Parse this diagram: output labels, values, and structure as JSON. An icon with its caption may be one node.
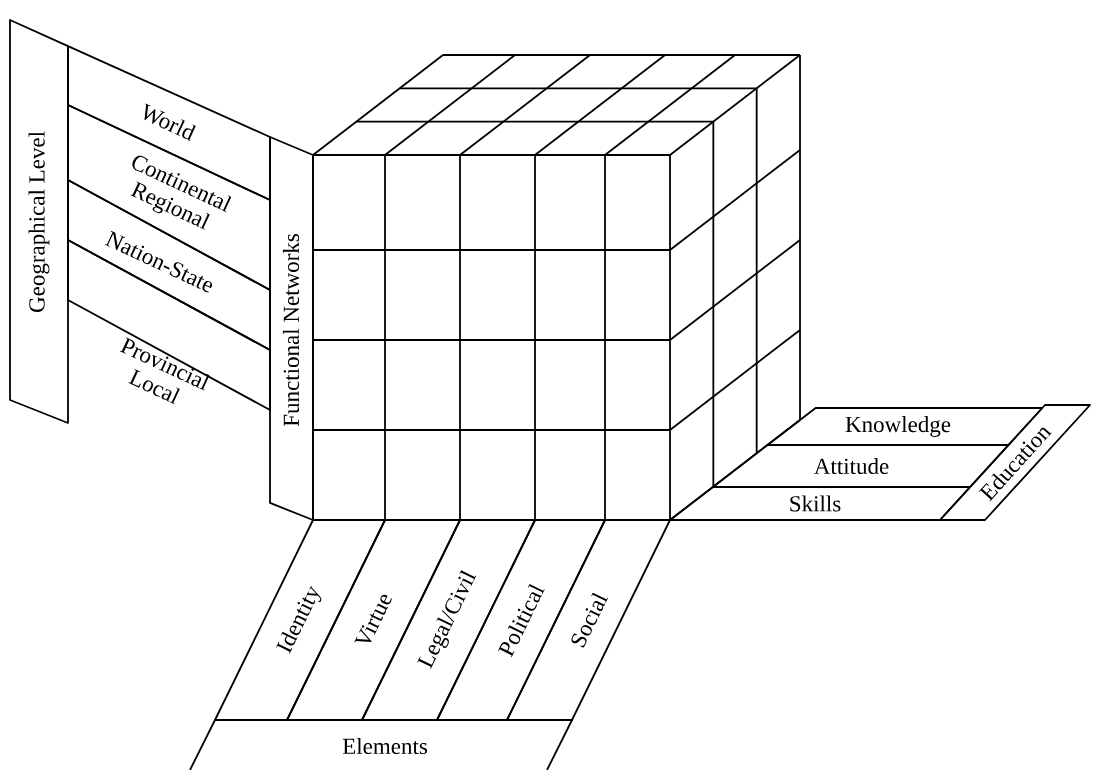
{
  "diagram": {
    "nodes": [
      {
        "text": [
          "Geographical Level"
        ]
      },
      {
        "text": [
          "World"
        ]
      },
      {
        "text": [
          "Continental Regional"
        ]
      },
      {
        "text": [
          "Nation-State"
        ]
      },
      {
        "text": [
          "Provincial Local"
        ]
      },
      {
        "text": [
          "Functional Networks"
        ]
      },
      {
        "text": [
          "Identity"
        ]
      },
      {
        "text": [
          "Virtue"
        ]
      },
      {
        "text": [
          "Legal/Civil"
        ]
      },
      {
        "text": [
          "Political"
        ]
      },
      {
        "text": [
          "Social"
        ]
      },
      {
        "text": [
          "Elements"
        ]
      },
      {
        "text": [
          "Knowledge"
        ]
      },
      {
        "text": [
          "Attitude"
        ]
      },
      {
        "text": [
          "Skills"
        ]
      },
      {
        "text": [
          "Education"
        ]
      }
    ]
  }
}
